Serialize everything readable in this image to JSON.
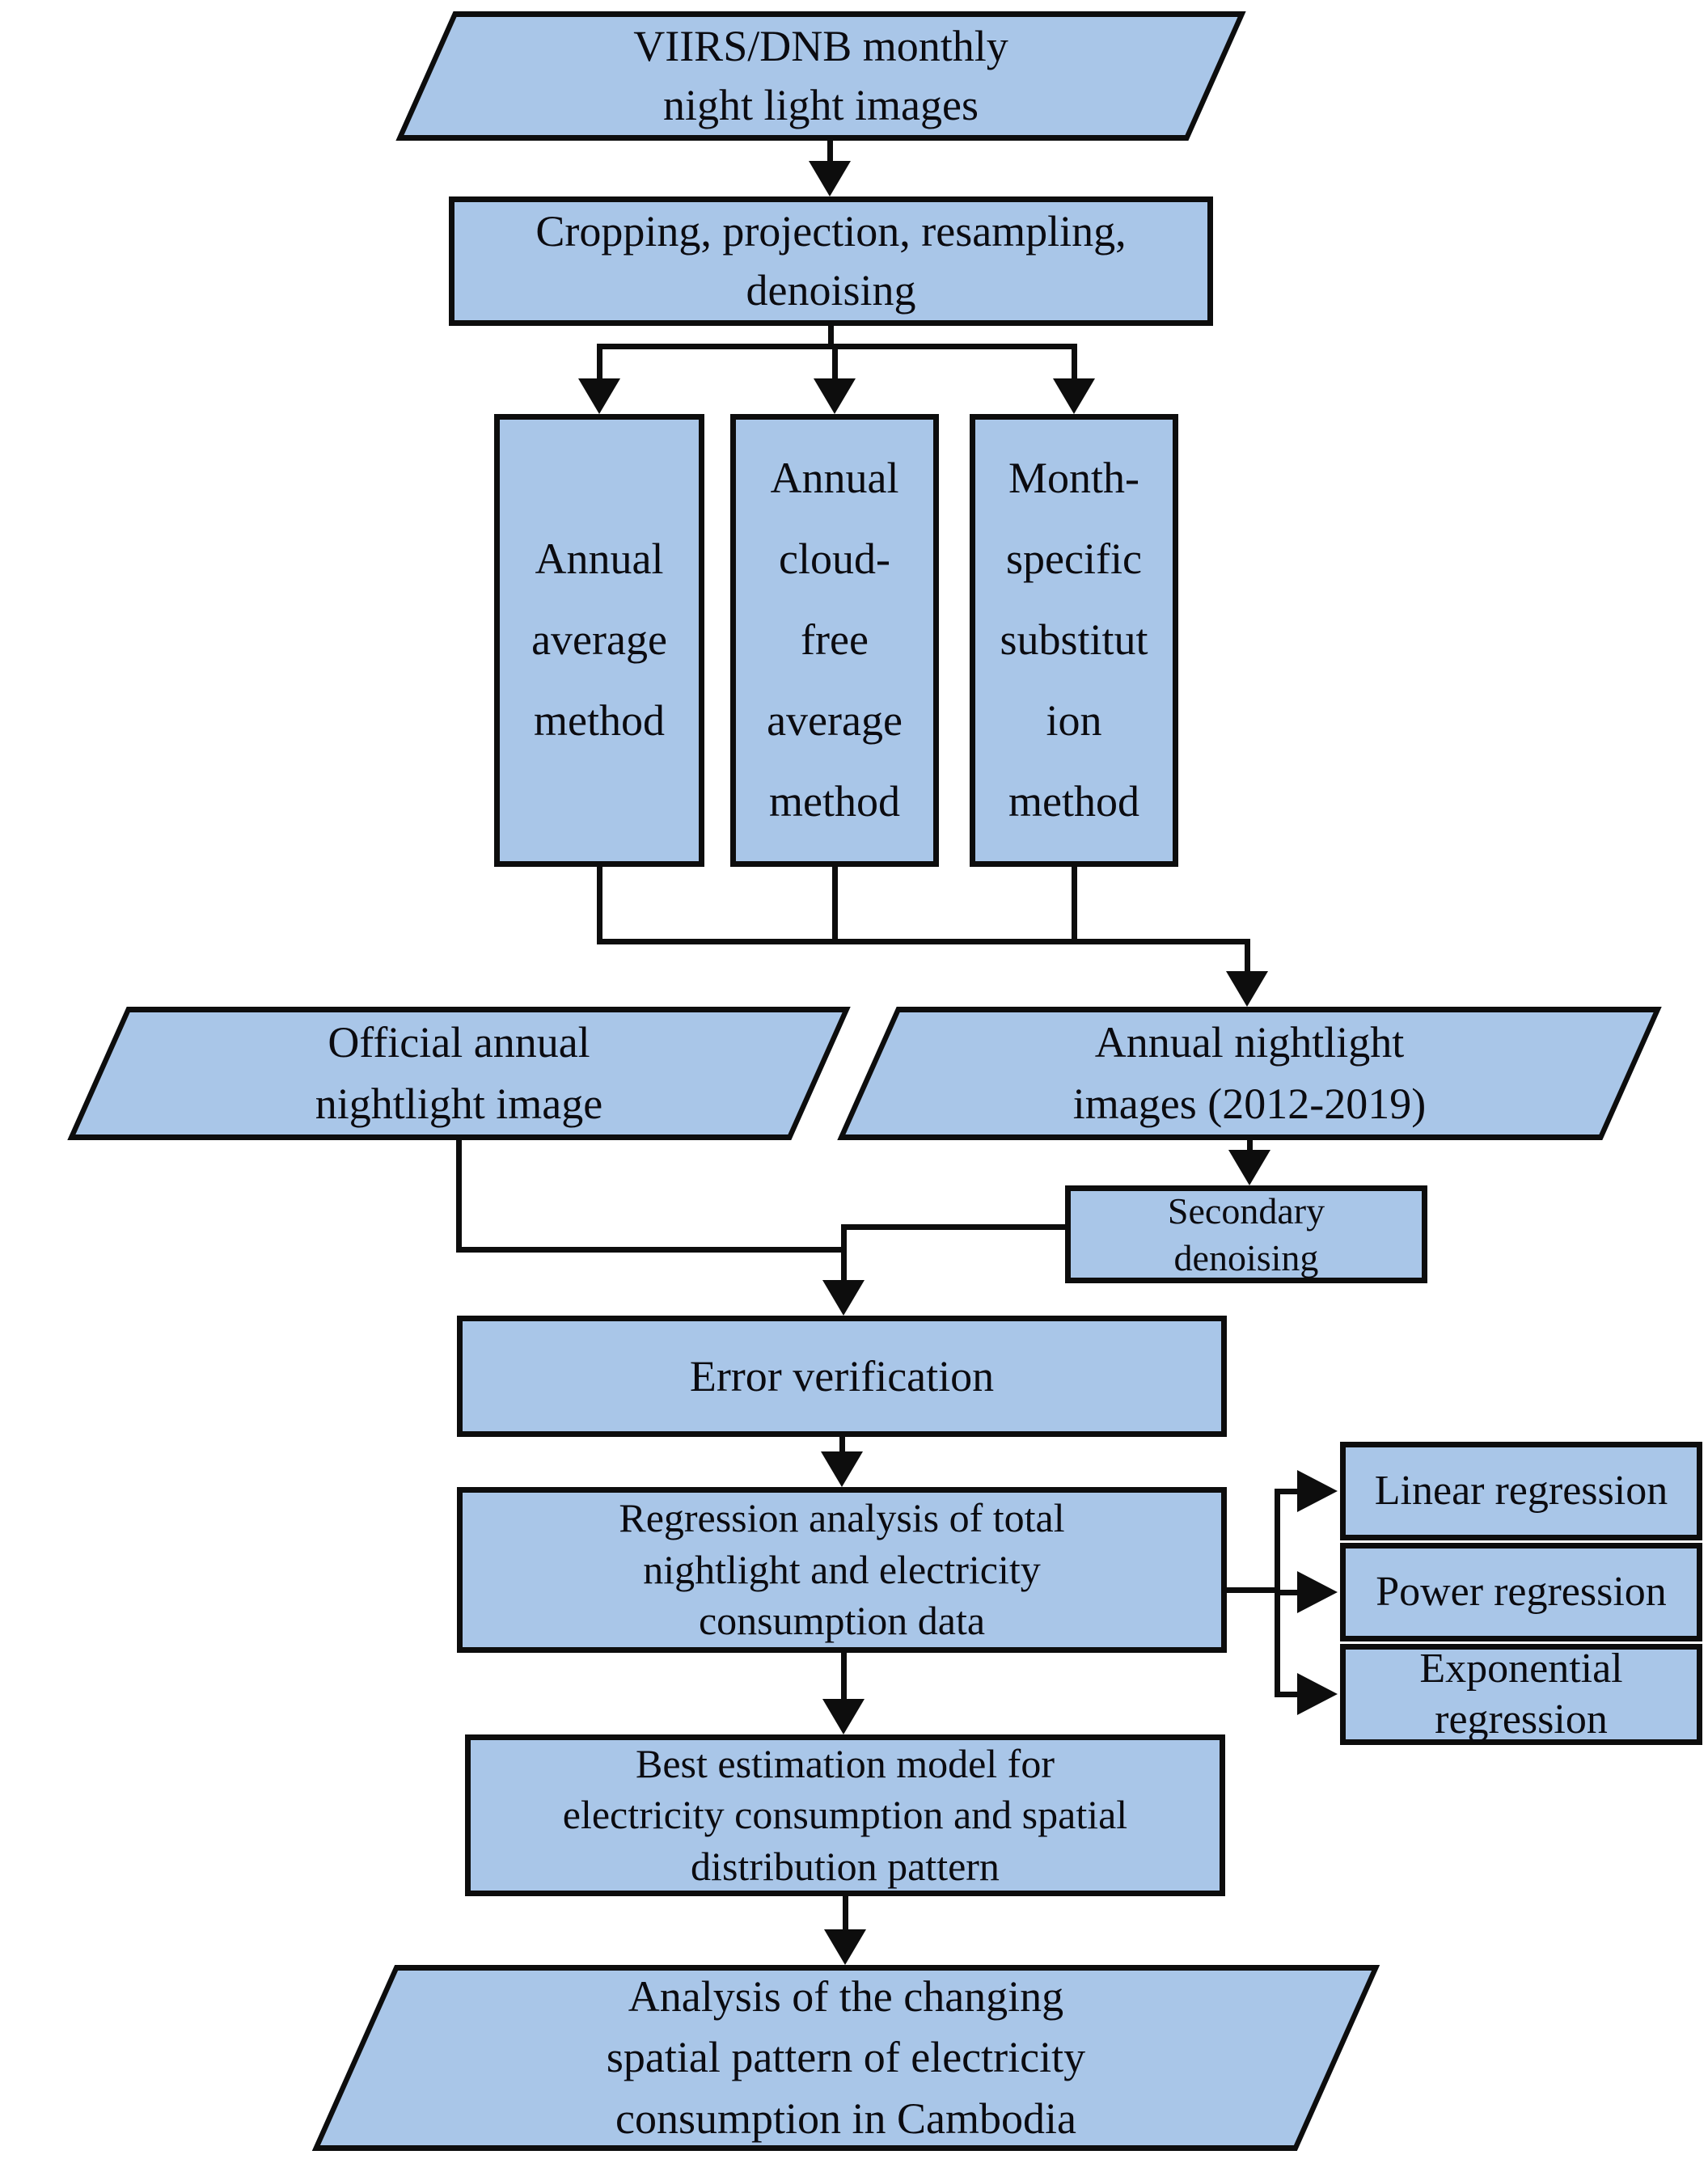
{
  "colors": {
    "background": "#ffffff",
    "node_fill": "#a9c6e8",
    "node_border": "#0d0d0d",
    "connector": "#0d0d0d",
    "text": "#0b0b10"
  },
  "diagram": {
    "type": "flowchart",
    "nodes": {
      "viirs_monthly": {
        "shape": "parallelogram",
        "label": "VIIRS/DNB monthly\nnight light images"
      },
      "preprocessing": {
        "shape": "rectangle",
        "label": "Cropping, projection, resampling,\ndenoising"
      },
      "annual_average": {
        "shape": "rectangle",
        "label": "Annual\naverage\nmethod"
      },
      "cloud_free_average": {
        "shape": "rectangle",
        "label": "Annual\ncloud-\nfree\naverage\nmethod"
      },
      "month_specific": {
        "shape": "rectangle",
        "label": "Month-\nspecific\nsubstitut\nion\nmethod"
      },
      "official_annual": {
        "shape": "parallelogram",
        "label": "Official annual\nnightlight image"
      },
      "annual_images": {
        "shape": "parallelogram",
        "label": "Annual nightlight\nimages (2012-2019)"
      },
      "secondary_denoising": {
        "shape": "rectangle",
        "label": "Secondary\ndenoising"
      },
      "error_verification": {
        "shape": "rectangle",
        "label": "Error verification"
      },
      "regression_analysis": {
        "shape": "rectangle",
        "label": "Regression analysis of total\nnightlight and electricity\nconsumption data"
      },
      "linear_regression": {
        "shape": "rectangle",
        "label": "Linear regression"
      },
      "power_regression": {
        "shape": "rectangle",
        "label": "Power regression"
      },
      "exponential_regression": {
        "shape": "rectangle",
        "label": "Exponential\nregression"
      },
      "best_model": {
        "shape": "rectangle",
        "label": "Best estimation model for\nelectricity consumption and spatial\ndistribution pattern"
      },
      "analysis_cambodia": {
        "shape": "parallelogram",
        "label": "Analysis of the changing\nspatial pattern of electricity\nconsumption in Cambodia"
      }
    },
    "edges": [
      {
        "from": "viirs_monthly",
        "to": "preprocessing"
      },
      {
        "from": "preprocessing",
        "to": "annual_average"
      },
      {
        "from": "preprocessing",
        "to": "cloud_free_average"
      },
      {
        "from": "preprocessing",
        "to": "month_specific"
      },
      {
        "from": "annual_average",
        "to": "annual_images"
      },
      {
        "from": "cloud_free_average",
        "to": "annual_images"
      },
      {
        "from": "month_specific",
        "to": "annual_images"
      },
      {
        "from": "annual_images",
        "to": "secondary_denoising"
      },
      {
        "from": "official_annual",
        "to": "error_verification"
      },
      {
        "from": "secondary_denoising",
        "to": "error_verification"
      },
      {
        "from": "error_verification",
        "to": "regression_analysis"
      },
      {
        "from": "regression_analysis",
        "to": "linear_regression"
      },
      {
        "from": "regression_analysis",
        "to": "power_regression"
      },
      {
        "from": "regression_analysis",
        "to": "exponential_regression"
      },
      {
        "from": "regression_analysis",
        "to": "best_model"
      },
      {
        "from": "best_model",
        "to": "analysis_cambodia"
      }
    ]
  }
}
